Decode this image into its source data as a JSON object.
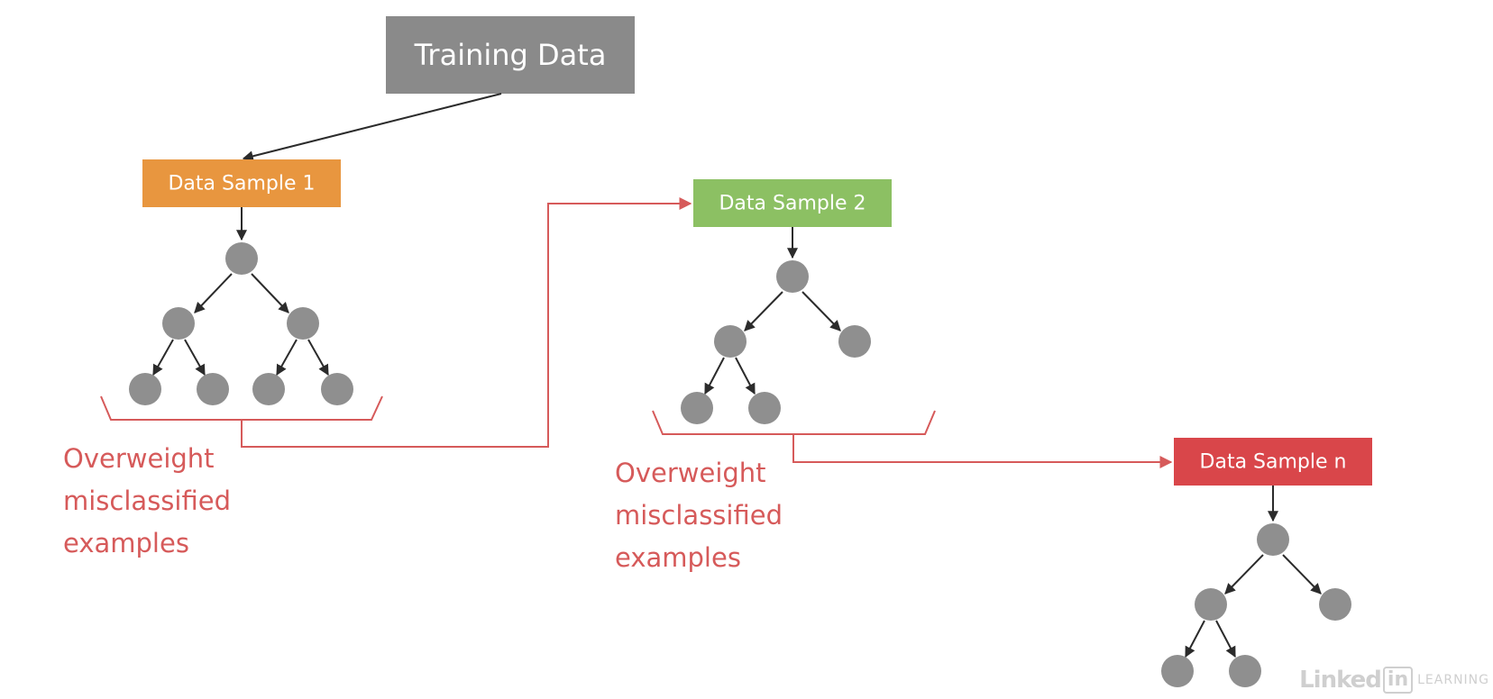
{
  "training_data": {
    "label": "Training Data"
  },
  "samples": [
    {
      "id": "sample-1",
      "label": "Data Sample 1",
      "color": "#e8963f"
    },
    {
      "id": "sample-2",
      "label": "Data Sample 2",
      "color": "#8cc063"
    },
    {
      "id": "sample-n",
      "label": "Data Sample n",
      "color": "#d9464a"
    }
  ],
  "notes": [
    {
      "text": "Overweight\nmisclassified\nexamples"
    },
    {
      "text": "Overweight\nmisclassified\nexamples"
    }
  ],
  "colors": {
    "training_box": "#8a8a8a",
    "tree_node": "#8f8f8f",
    "arrow": "#2b2b2b",
    "feedback": "#d65a5a"
  },
  "watermark": {
    "linked": "Linked",
    "in": "in",
    "learning": "LEARNING"
  }
}
